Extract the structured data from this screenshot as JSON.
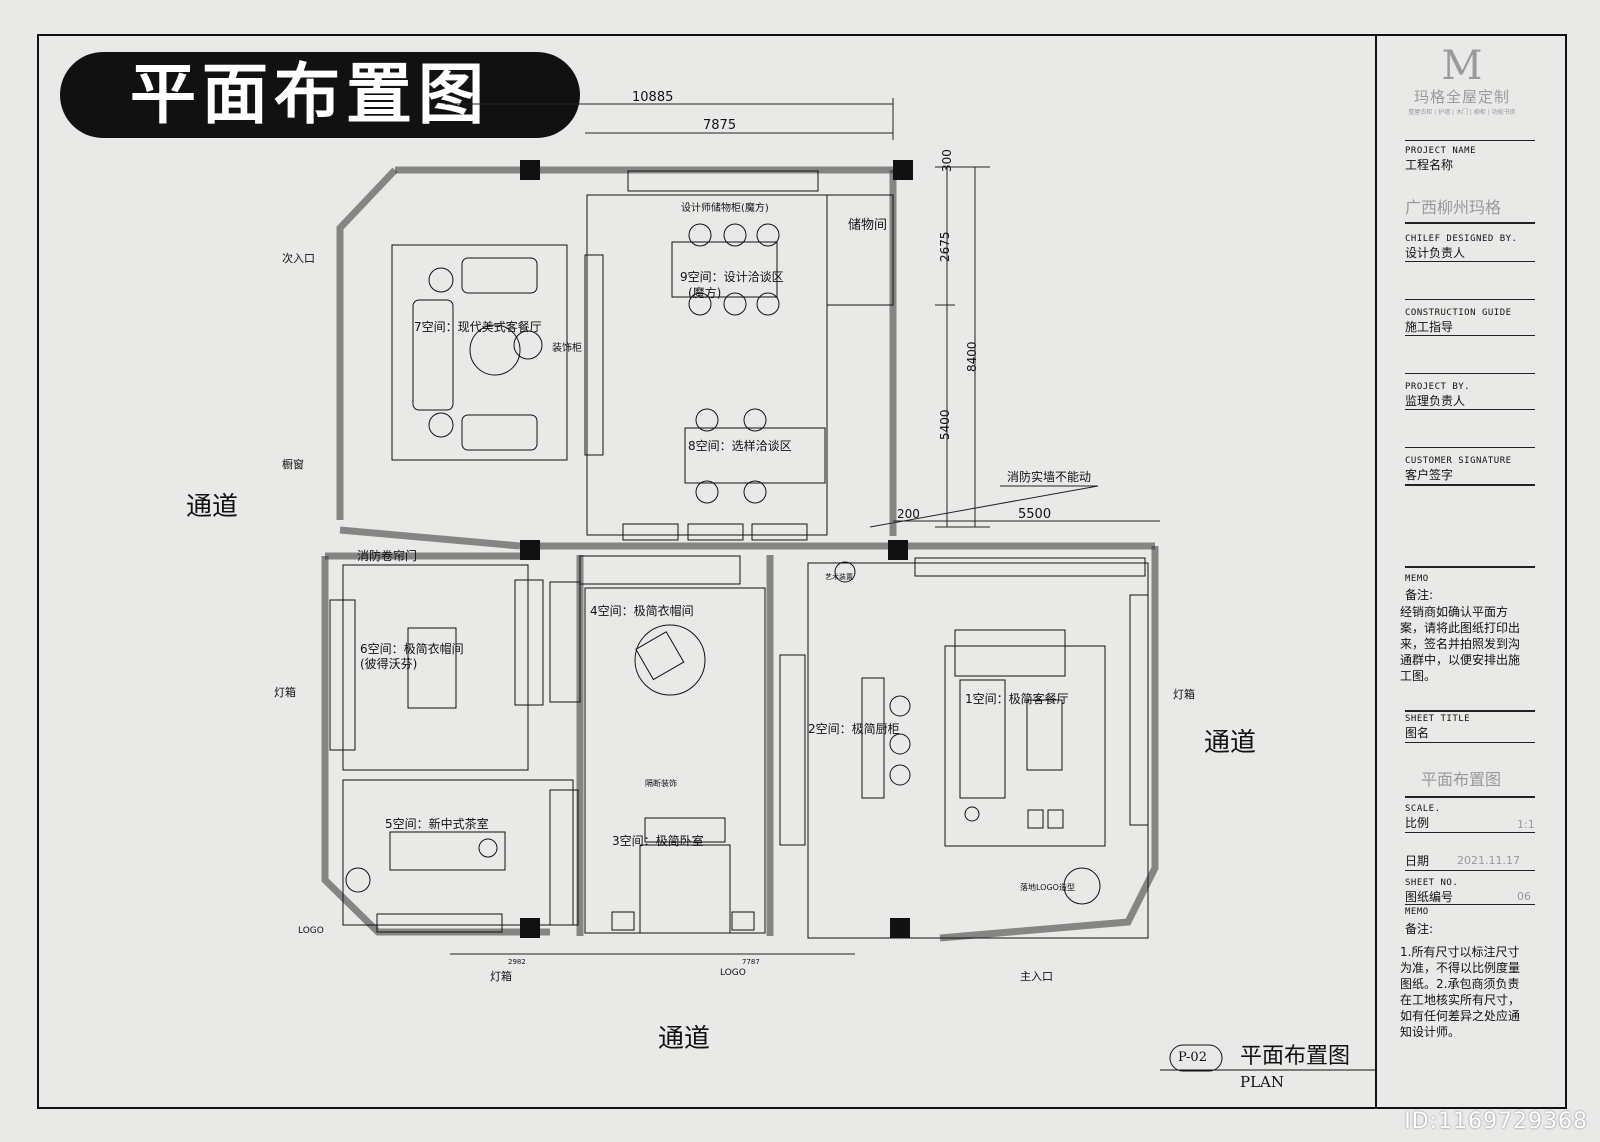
{
  "banner_title": "平面布置图",
  "dims": {
    "d10885": "10885",
    "d7875": "7875",
    "d300": "300",
    "d2675": "2675",
    "d8400": "8400",
    "d5400": "5400",
    "d200": "200",
    "d5500": "5500",
    "d2982": "2982",
    "d7787": "7787"
  },
  "rooms": {
    "r1": "1空间：极简客餐厅",
    "r2": "2空间：极简厨柜",
    "r3": "3空间：极简卧室",
    "r4": "4空间：极简衣帽间",
    "r5": "5空间：新中式茶室",
    "r6a": "6空间：极简衣帽间",
    "r6b": "(彼得沃芬)",
    "r7": "7空间：现代美式客餐厅",
    "r8": "8空间：选样洽谈区",
    "r9a": "9空间：设计洽谈区",
    "r9b": "(魔方)"
  },
  "labels": {
    "secondary_entrance": "次入口",
    "main_entrance": "主入口",
    "show_window": "橱窗",
    "lightbox_left": "灯箱",
    "lightbox_right": "灯箱",
    "lightbox_bottom": "灯箱",
    "logo_left": "LOGO",
    "logo_bottom": "LOGO",
    "storage_room": "储物间",
    "designer_cabinet": "设计师储物柜(魔方)",
    "deco_cabinet": "装饰柜",
    "fire_shutter": "消防卷帘门",
    "fire_wall": "消防实墙不能动",
    "art_deco": "艺术装置",
    "partition": "隔断装饰",
    "floor_logo": "落地LOGO造型",
    "corridor_left": "通道",
    "corridor_right": "通道",
    "corridor_bottom": "通道"
  },
  "title_block": {
    "logo_name": "玛格全屋定制",
    "logo_tagline": "整屋衣柜 | 护墙 | 木门 | 橱柜 | 功能书房",
    "project_name_en": "PROJECT NAME",
    "project_name_cn": "工程名称",
    "project_name_val": "广西柳州玛格",
    "chief_en": "CHILEF DESIGNED BY.",
    "chief_cn": "设计负责人",
    "construction_en": "CONSTRUCTION GUIDE",
    "construction_cn": "施工指导",
    "project_by_en": "PROJECT BY.",
    "project_by_cn": "监理负责人",
    "signature_en": "CUSTOMER SIGNATURE",
    "signature_cn": "客户签字",
    "memo_en": "MEMO",
    "memo_cn": "备注:",
    "memo_text": "经销商如确认平面方案，请将此图纸打印出来，签名并拍照发到沟通群中，以便安排出施工图。",
    "sheet_title_en": "SHEET TITLE",
    "sheet_title_cn": "图名",
    "sheet_title_val": "平面布置图",
    "scale_en": "SCALE.",
    "scale_cn": "比例",
    "scale_val": "1:1",
    "date_cn": "日期",
    "date_val": "2021.11.17",
    "sheet_no_en": "SHEET NO.",
    "sheet_no_cn": "图纸编号",
    "sheet_no_val": "06",
    "memo2_en": "MEMO",
    "memo2_cn": "备注:",
    "memo2_text": "1.所有尺寸以标注尺寸为准，不得以比例度量图纸。2.承包商须负责在工地核实所有尺寸，如有任何差异之处应通知设计师。"
  },
  "sheet_label": {
    "code": "P-02",
    "title": "平面布置图",
    "subtitle": "PLAN"
  },
  "watermark_id": "ID:1169729368"
}
